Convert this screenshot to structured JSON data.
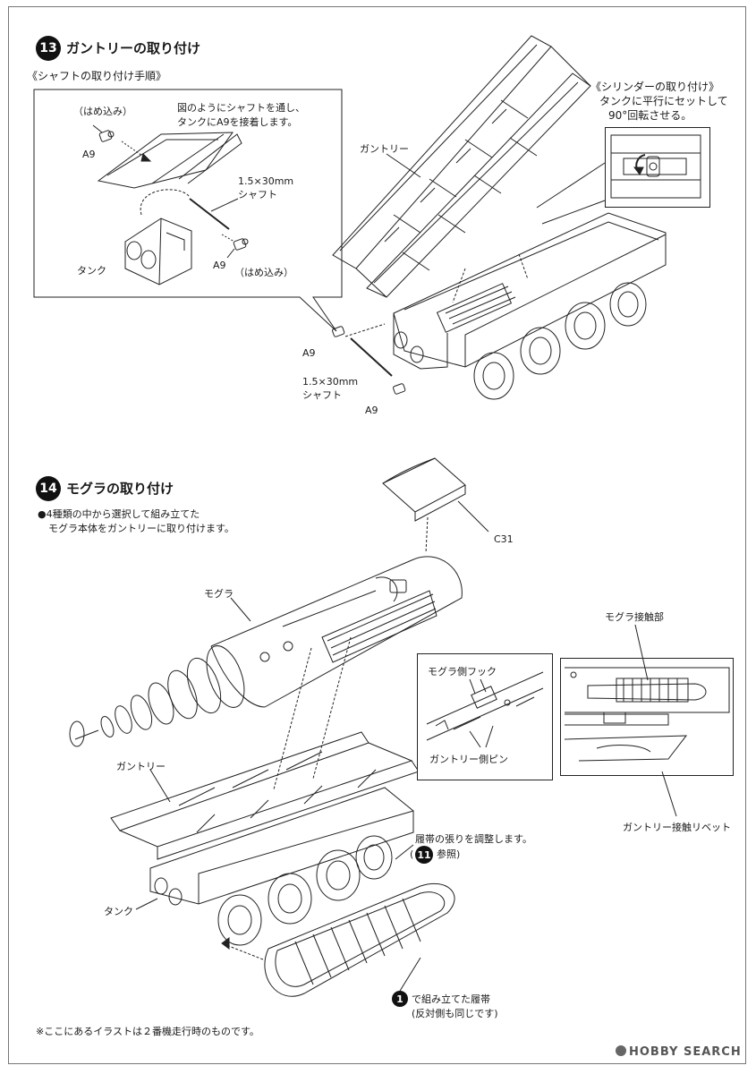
{
  "step13": {
    "number": "13",
    "title": "ガントリーの取り付け",
    "subheading": "《シャフトの取り付け手順》",
    "instruction_line1": "図のようにシャフトを通し、",
    "instruction_line2": "タンクにA9を接着します。",
    "hame_top": "（はめ込み）",
    "a9_top": "A9",
    "shaft_size": "1.5×30mm",
    "shaft_label": "シャフト",
    "tank": "タンク",
    "a9_bottom": "A9",
    "hame_bottom": "（はめ込み）",
    "gantry": "ガントリー",
    "cylinder_heading": "《シリンダーの取り付け》",
    "cylinder_line1": "タンクに平行にセットして",
    "cylinder_line2": "90°回転させる。",
    "a9_main_1": "A9",
    "shaft_main_size": "1.5×30mm",
    "shaft_main_label": "シャフト",
    "a9_main_2": "A9"
  },
  "step14": {
    "number": "14",
    "title": "モグラの取り付け",
    "note_line1": "●4種類の中から選択して組み立てた",
    "note_line2": "モグラ本体をガントリーに取り付けます。",
    "c31": "C31",
    "mogura": "モグラ",
    "gantry": "ガントリー",
    "tank": "タンク",
    "hook": "モグラ側フック",
    "pin": "ガントリー側ピン",
    "contact": "モグラ接触部",
    "rivet": "ガントリー接触リベット",
    "track_adjust": "履帯の張りを調整します。",
    "ref_num": "11",
    "ref_text": "参照)",
    "ref_paren": "(",
    "track_num": "1",
    "track_line1": "で組み立てた履帯",
    "track_line2": "(反対側も同じです)"
  },
  "footnote": "※ここにあるイラストは２番機走行時のものです。",
  "watermark": "HOBBY SEARCH"
}
